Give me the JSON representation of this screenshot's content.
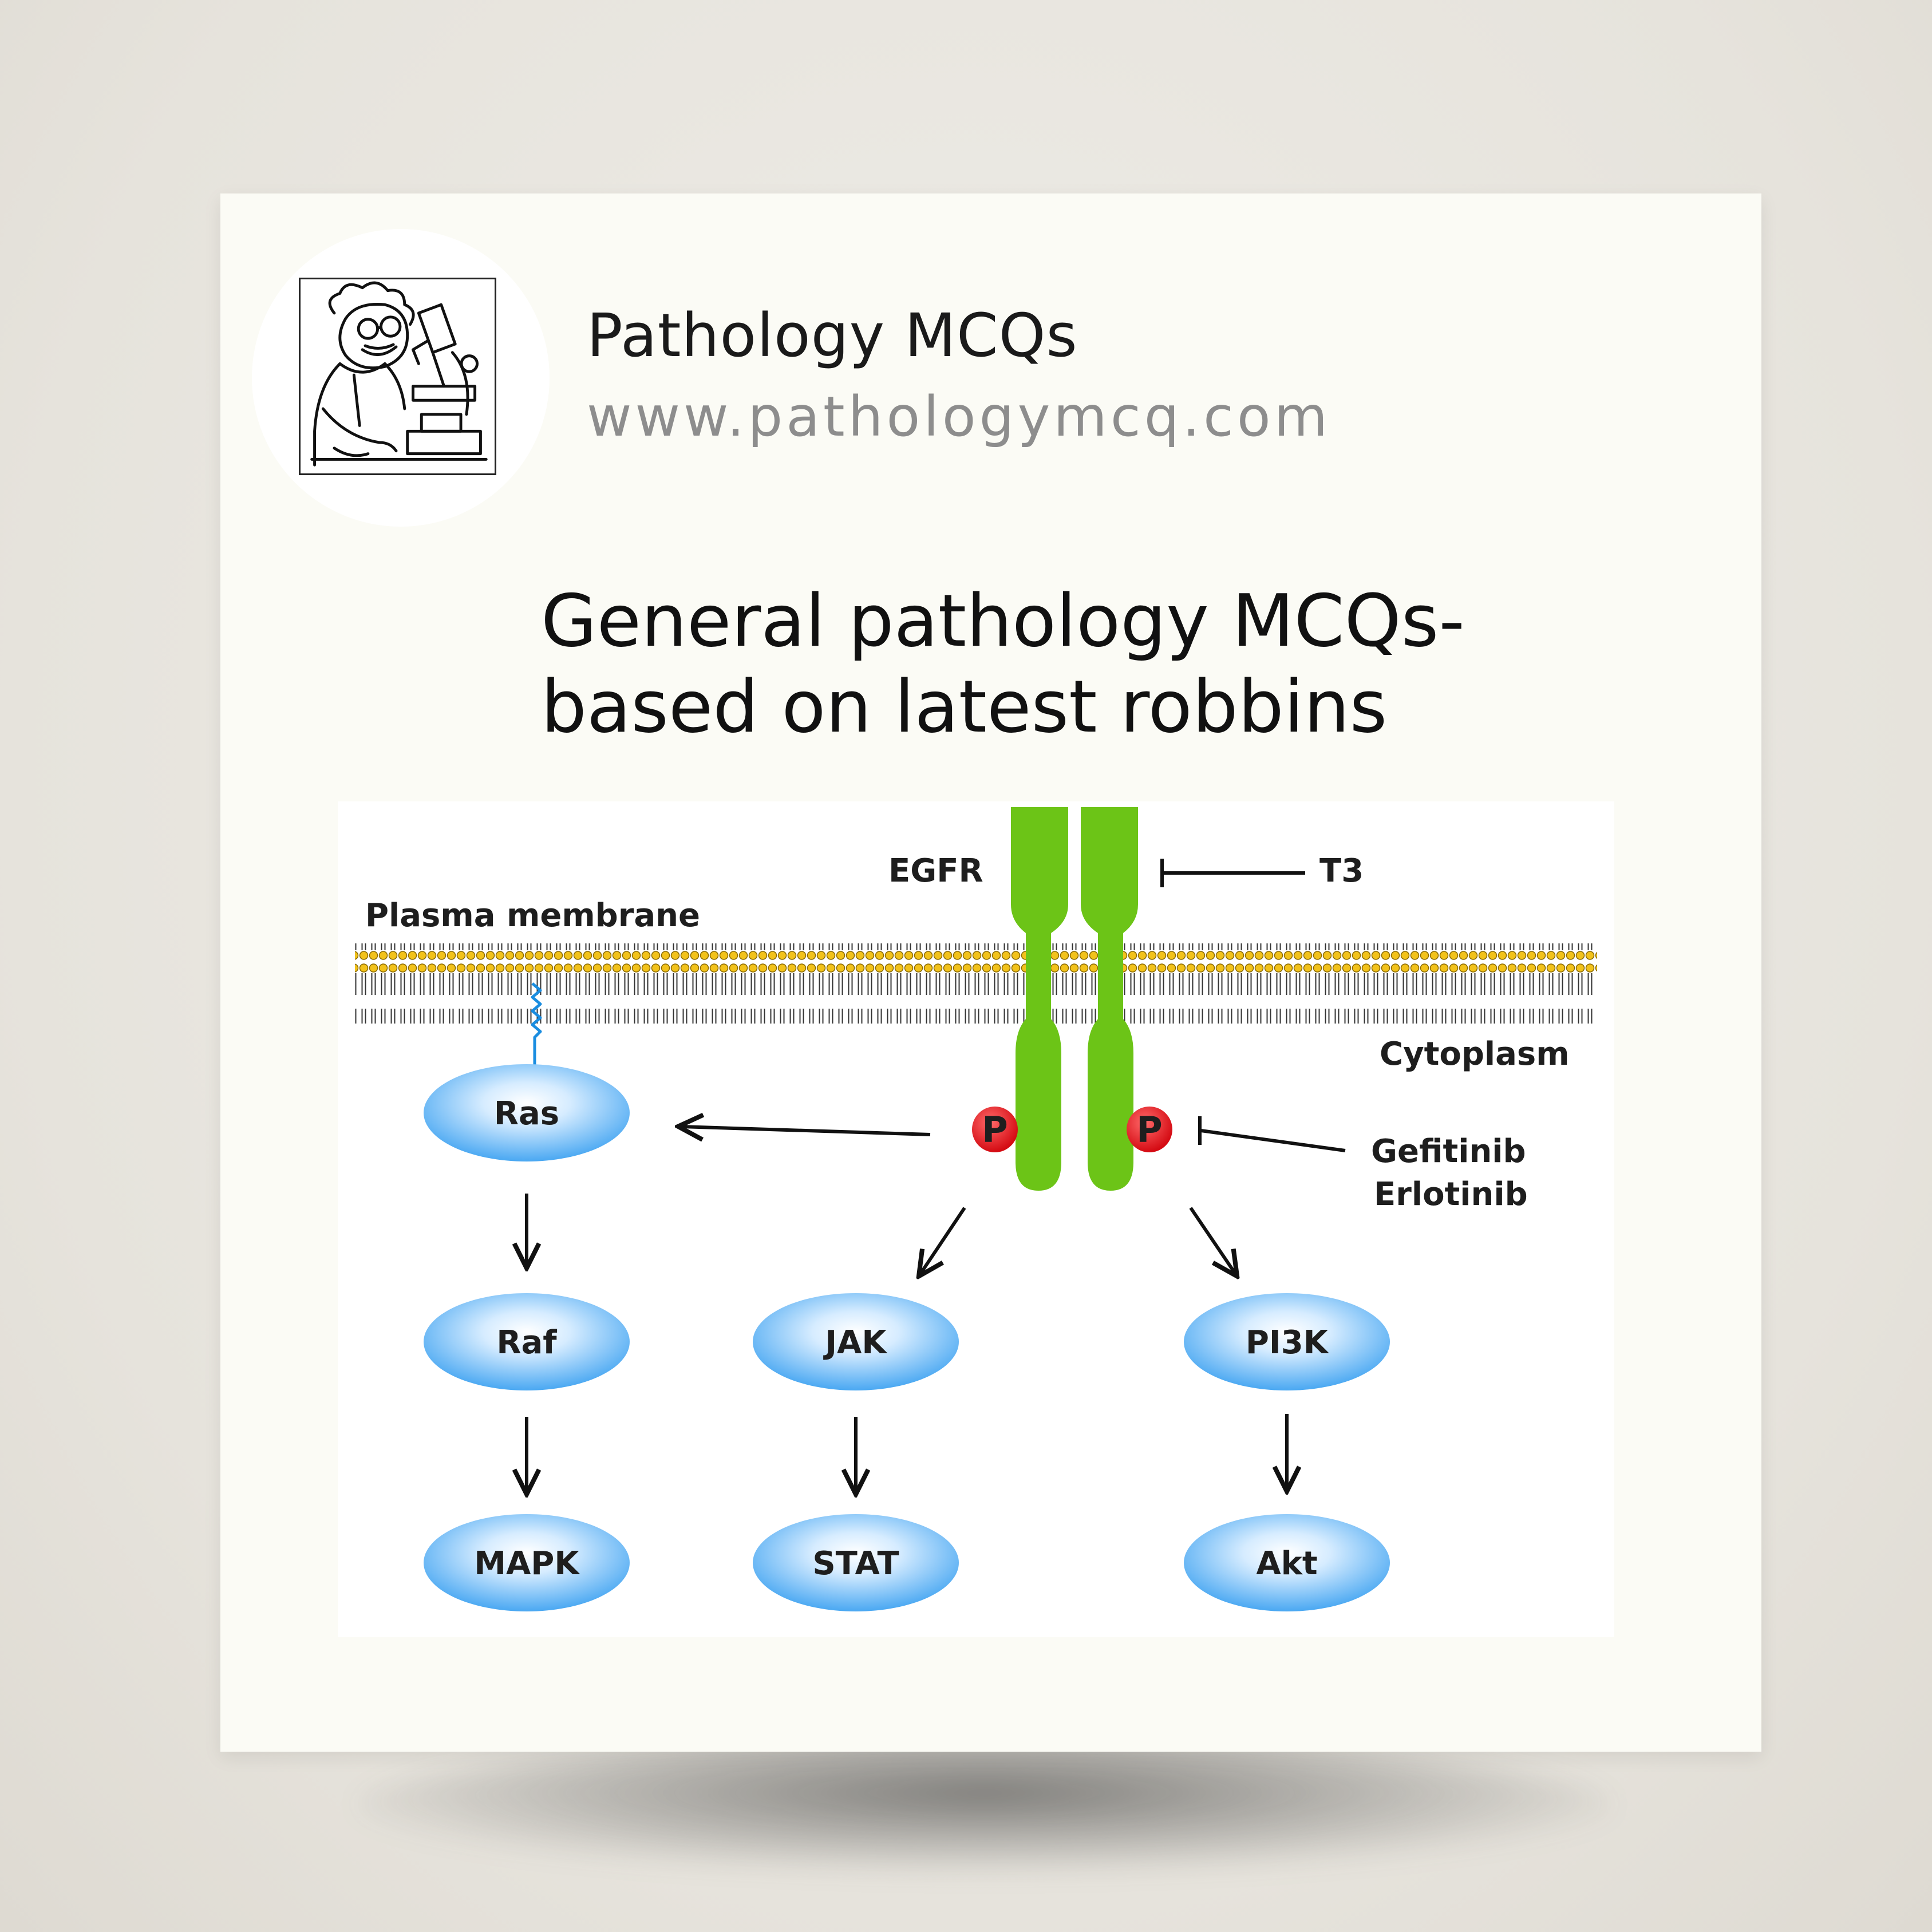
{
  "header": {
    "brand_name": "Pathology MCQs",
    "brand_url": "www.pathologymcq.com",
    "logo_icon": "scientist-microscope-icon"
  },
  "headline": {
    "line1": "General pathology MCQs-",
    "line2": "based on latest robbins"
  },
  "diagram": {
    "labels": {
      "receptor": "EGFR",
      "receptor_inhibitor": "T3",
      "membrane": "Plasma membrane",
      "cytoplasm": "Cytoplasm",
      "phospho_left": "P",
      "phospho_right": "P",
      "kinase_inhibitor_1": "Gefitinib",
      "kinase_inhibitor_2": "Erlotinib"
    },
    "nodes": {
      "ras": "Ras",
      "raf": "Raf",
      "mapk": "MAPK",
      "jak": "JAK",
      "stat": "STAT",
      "pi3k": "PI3K",
      "akt": "Akt"
    },
    "colors": {
      "receptor": "#6cc417",
      "node_fill": "#5fb4f5",
      "phospho": "#e8141c",
      "anchor": "#1a8de0"
    }
  }
}
